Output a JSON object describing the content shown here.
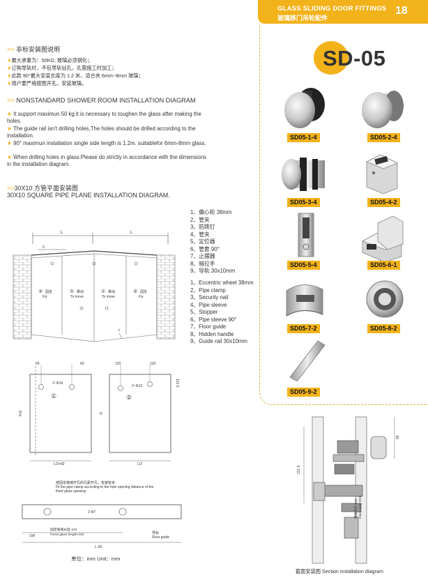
{
  "header": {
    "title_en": "GLASS SLIDING DOOR FITTINGS",
    "title_zh": "玻璃移门吊轮配件",
    "page_number": "18"
  },
  "model": "SD-05",
  "products": [
    {
      "code": "SD05-1-4"
    },
    {
      "code": "SD05-2-4"
    },
    {
      "code": "SD05-3-4"
    },
    {
      "code": "SD05-4-2"
    },
    {
      "code": "SD05-5-4"
    },
    {
      "code": "SD05-6-1"
    },
    {
      "code": "SD05-7-2"
    },
    {
      "code": "SD05-8-2"
    },
    {
      "code": "SD05-9-2"
    }
  ],
  "section1": {
    "title": "非标安装图说明",
    "bullets_zh": [
      "最大承重为：50KG; 玻璃必须钢化；",
      "订购导轨时，不包导轨钻孔，孔需施工时加工；",
      "此款 90°最大安装长度为 1.2 米，适合夹 6mm~8mm 玻璃；",
      "用户要严格按图开孔，安装玻璃。"
    ]
  },
  "section2": {
    "title": "NONSTANDARD SHOWER ROOM INSTALLATION DIAGRAM",
    "bullets_en": [
      "It support maximun 50 kg.it is necessary to toughen the glass after making the holes.",
      "The guide rail isn't drilling holes,The holes should be drilled according to the installation.",
      "90° maximun installation single side length is 1.2m. suitablefor 6mm-8mm glass.",
      "When drilling holes in glass.Please do strictly in accordance with the dimensions in the installation diagram."
    ]
  },
  "section3": {
    "title_zh": "30X10 方管平面安装图",
    "title_en": "30X10 SQUARE PIPE PLANE INSTALLATION DIAGRAM."
  },
  "legend_zh": [
    "1、偏心轮 38mm",
    "2、管夹",
    "3、防跳钉",
    "4、管夹",
    "5、定位器",
    "6、管套 90°",
    "7、止摆器",
    "8、暗拉手",
    "9、导轨 30x10mm"
  ],
  "legend_en": [
    "1、Eccentric wheel 38mm",
    "2、Pipe clamp",
    "3、Security nail",
    "4、Pipe sleeve",
    "5、Stopper",
    "6、Pipe sleeve 90°",
    "7、Floor guide",
    "8、Hidden handle",
    "9、Guide rail 30x10mm"
  ],
  "plan_diagram": {
    "dim_L": "L",
    "dim_5": "5",
    "panels": [
      {
        "circle": "②",
        "zh": "固定",
        "en": "Fix"
      },
      {
        "circle": "①",
        "zh": "移动",
        "en": "To move"
      },
      {
        "circle": "①",
        "zh": "移动",
        "en": "To move"
      },
      {
        "circle": "②",
        "zh": "固定",
        "en": "Fix"
      }
    ],
    "num_7": "7"
  },
  "glass_diagrams": {
    "left": {
      "dim_top": "60",
      "dim_top2": "60",
      "hole": "2~Φ16",
      "circle": "①",
      "height": "H-8",
      "bottom": "L/2+60"
    },
    "right": {
      "dim_top": "120",
      "dim_top2": "120",
      "hole": "2~Φ12",
      "circle": "②",
      "side": "121.5",
      "height": "H",
      "bottom": "L/2"
    }
  },
  "rail_diagram": {
    "note_zh": "按固定玻璃开孔的孔距开孔，安装管夹",
    "note_en": "Fit the pipe clamp according to the hole opening distance of the fixed glass opening.",
    "hole": "2-Φ7",
    "glass_len": "固定玻璃长度-240",
    "glass_len_en": "Fixed glass length-240",
    "left_dim": "106",
    "total": "L-28",
    "floor_zh": "导轨",
    "floor_en": "Floor guide"
  },
  "unit": "单位：mm  Unit：mm",
  "section_diagram": {
    "dim1": "121.5",
    "dim2": "90",
    "hole_zh": "玻璃开孔Φ16",
    "hole_en": "Glass hole Φ16",
    "caption": "截面安装图 Section installation diagram"
  },
  "colors": {
    "accent": "#f2b21a"
  }
}
